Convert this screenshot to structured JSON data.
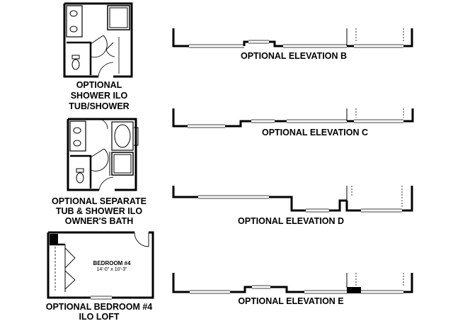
{
  "labels": {
    "shower_option": [
      "OPTIONAL",
      "SHOWER ILO",
      "TUB/SHOWER"
    ],
    "tub_option": [
      "OPTIONAL SEPARATE",
      "TUB & SHOWER ILO",
      "OWNER'S BATH"
    ],
    "bedroom_option": [
      "OPTIONAL BEDROOM #4",
      "ILO LOFT"
    ],
    "elevation_b": "OPTIONAL ELEVATION B",
    "elevation_c": "OPTIONAL ELEVATION C",
    "elevation_d": "OPTIONAL ELEVATION D",
    "elevation_e": "OPTIONAL ELEVATION E"
  },
  "bedroom": {
    "name": "BEDROOM #4",
    "dimensions": "14'-0\" x 10'-3\""
  }
}
